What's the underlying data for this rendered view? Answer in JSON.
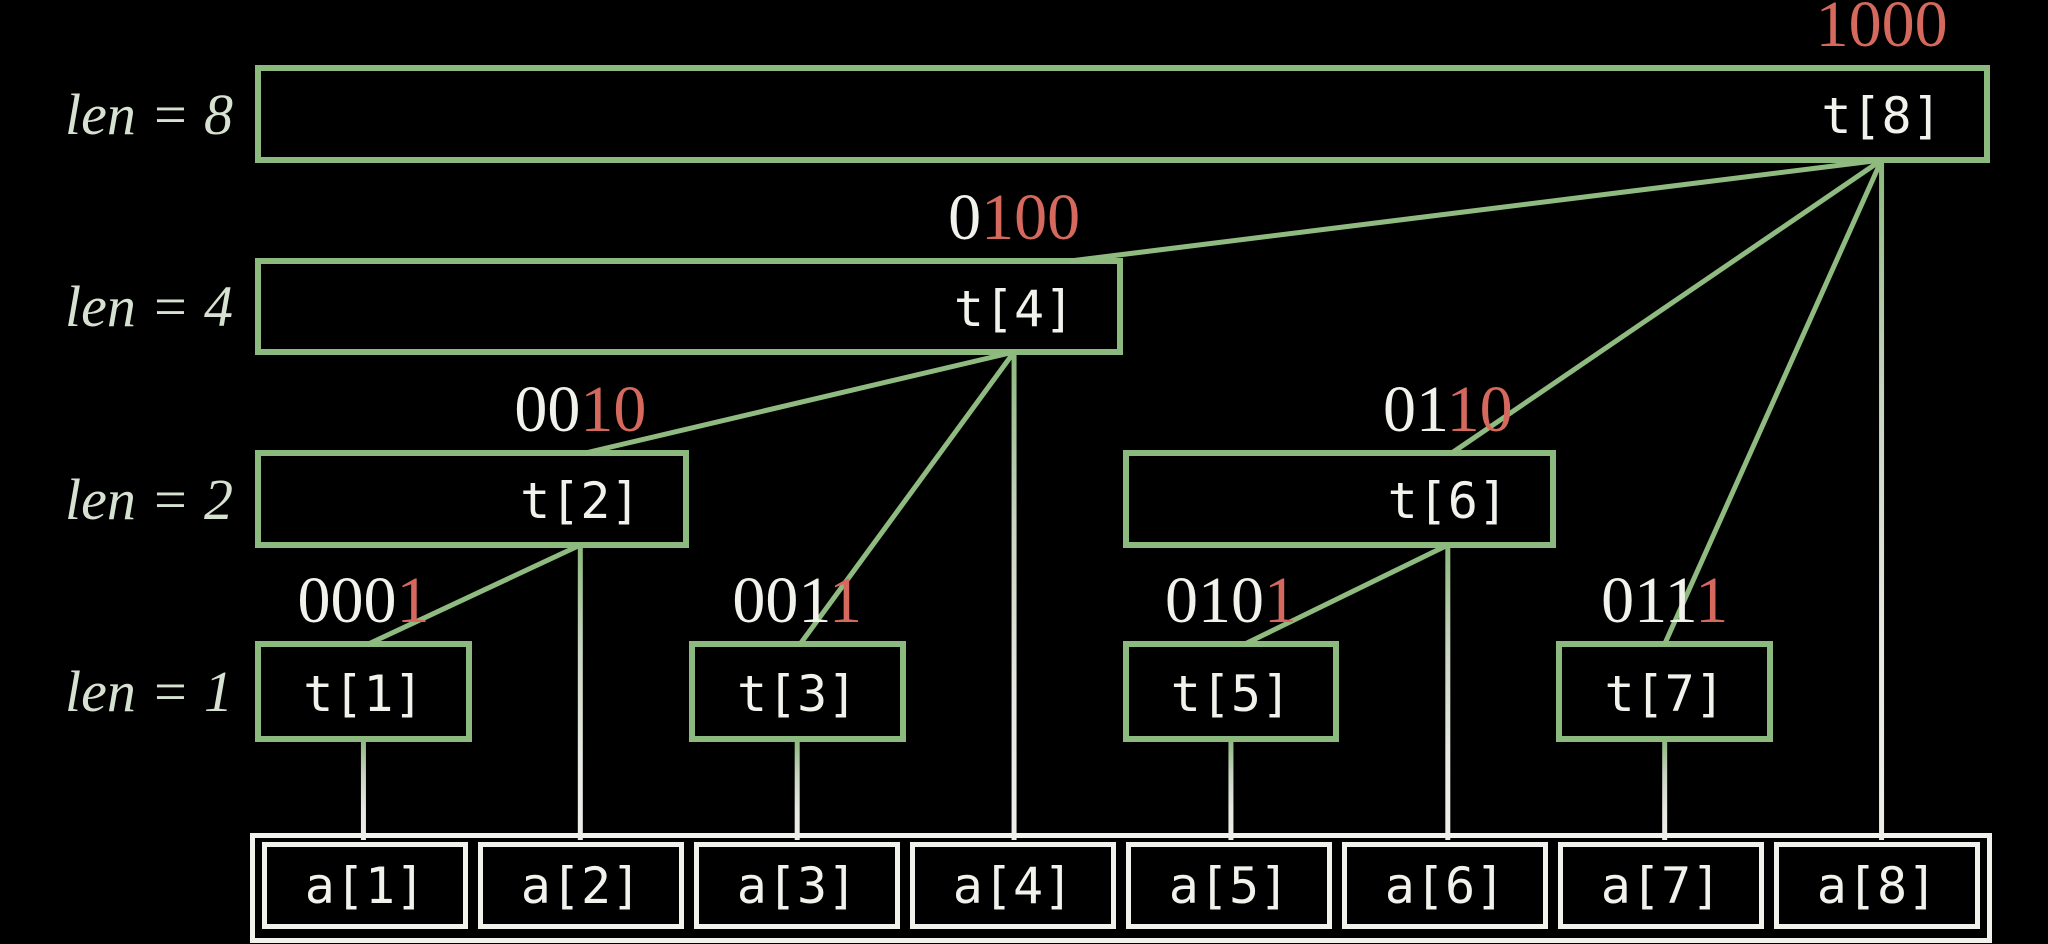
{
  "colors": {
    "background": "#000000",
    "node_border_green": "#8cb97d",
    "connector_green": "#8fbb80",
    "drop_line_light": "#edefe9",
    "binary_red": "#d5695d",
    "text_white": "#f1f2ec",
    "len_label_pale": "#d6e1d1"
  },
  "rows": [
    {
      "len": 8,
      "len_label": "len = 8",
      "nodes": [
        {
          "name": "t[8]",
          "index": 8,
          "binary": "1000",
          "binary_white": "",
          "binary_red": "1000"
        }
      ]
    },
    {
      "len": 4,
      "len_label": "len = 4",
      "nodes": [
        {
          "name": "t[4]",
          "index": 4,
          "binary": "0100",
          "binary_white": "0",
          "binary_red": "100"
        }
      ]
    },
    {
      "len": 2,
      "len_label": "len = 2",
      "nodes": [
        {
          "name": "t[2]",
          "index": 2,
          "binary": "0010",
          "binary_white": "00",
          "binary_red": "10"
        },
        {
          "name": "t[6]",
          "index": 6,
          "binary": "0110",
          "binary_white": "01",
          "binary_red": "10"
        }
      ]
    },
    {
      "len": 1,
      "len_label": "len = 1",
      "nodes": [
        {
          "name": "t[1]",
          "index": 1,
          "binary": "0001",
          "binary_white": "000",
          "binary_red": "1"
        },
        {
          "name": "t[3]",
          "index": 3,
          "binary": "0011",
          "binary_white": "001",
          "binary_red": "1"
        },
        {
          "name": "t[5]",
          "index": 5,
          "binary": "0101",
          "binary_white": "010",
          "binary_red": "1"
        },
        {
          "name": "t[7]",
          "index": 7,
          "binary": "0111",
          "binary_white": "011",
          "binary_red": "1"
        }
      ]
    }
  ],
  "array_row": {
    "cells": [
      {
        "name": "a[1]"
      },
      {
        "name": "a[2]"
      },
      {
        "name": "a[3]"
      },
      {
        "name": "a[4]"
      },
      {
        "name": "a[5]"
      },
      {
        "name": "a[6]"
      },
      {
        "name": "a[7]"
      },
      {
        "name": "a[8]"
      }
    ]
  },
  "edges": [
    {
      "from": 8,
      "to": 4
    },
    {
      "from": 8,
      "to": 6
    },
    {
      "from": 8,
      "to": 7
    },
    {
      "from": 4,
      "to": 2
    },
    {
      "from": 4,
      "to": 3
    },
    {
      "from": 2,
      "to": 1
    },
    {
      "from": 6,
      "to": 5
    }
  ],
  "drops": [
    1,
    2,
    3,
    4,
    5,
    6,
    7,
    8
  ]
}
